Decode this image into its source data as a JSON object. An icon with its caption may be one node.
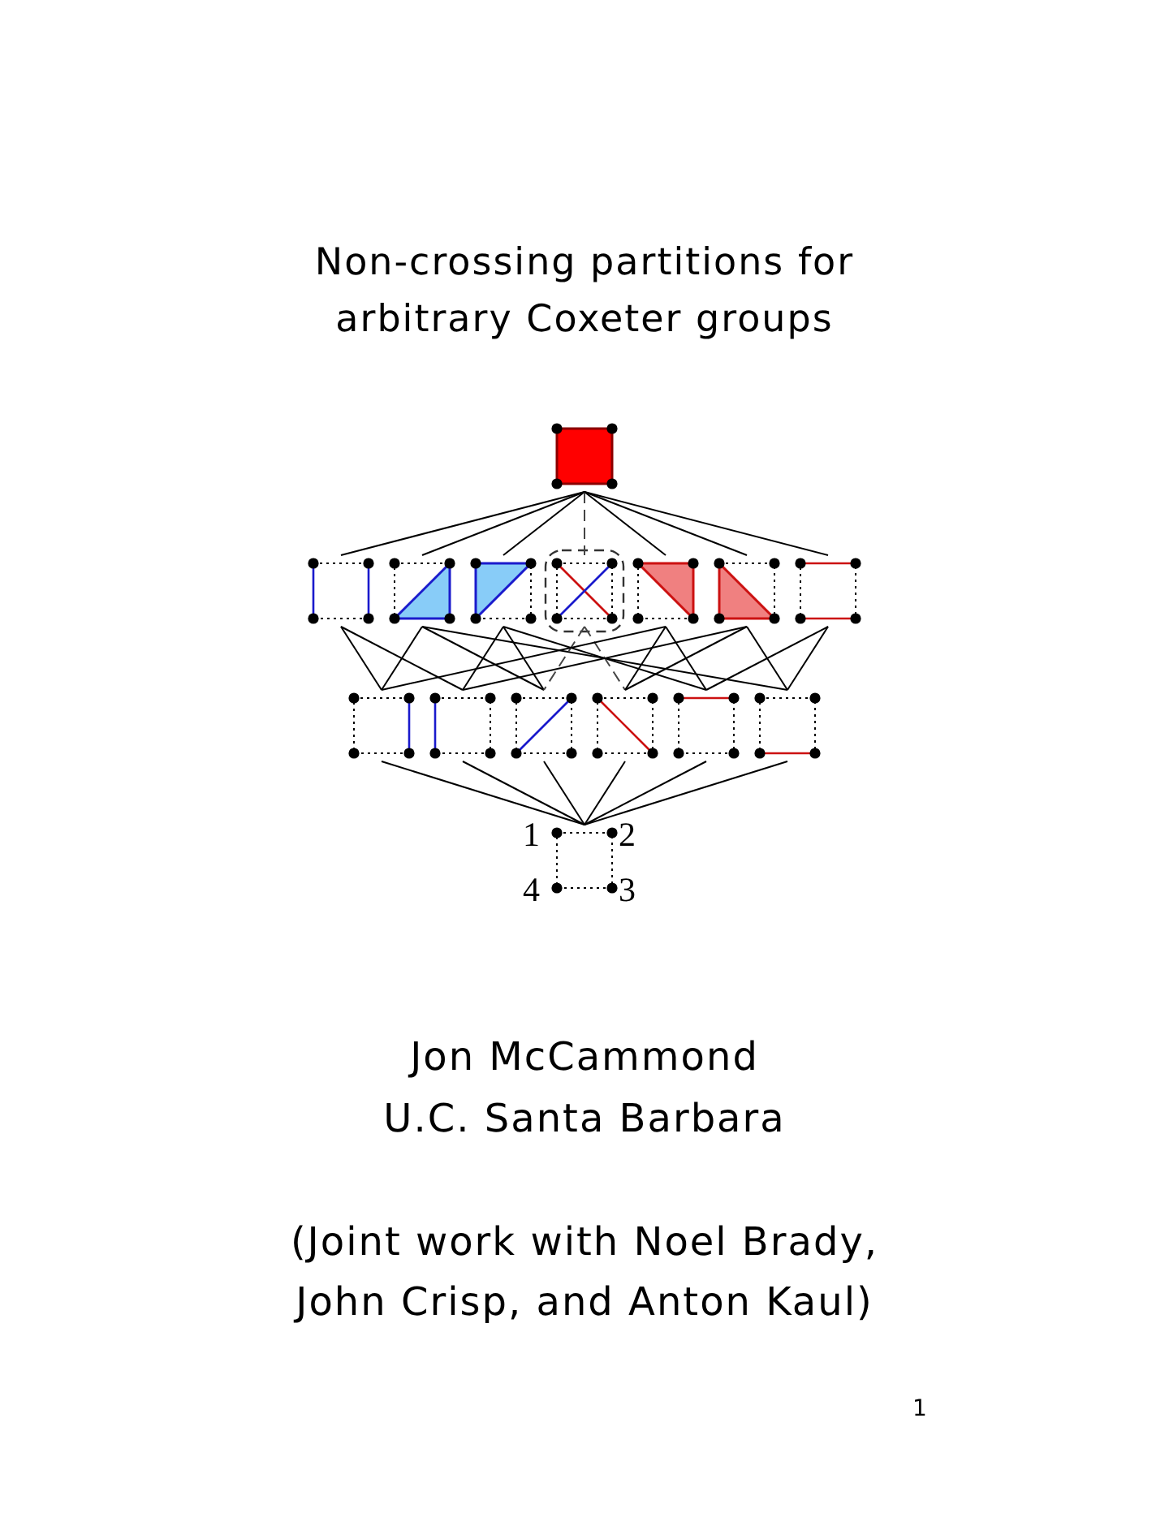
{
  "diagram": {
    "title": "Non-crossing partitions for arbitrary Coxeter groups",
    "nodes": [
      {
        "text": [],
        "shape": "box"
      },
      {
        "text": [],
        "shape": "box"
      },
      {
        "text": [],
        "shape": "box"
      },
      {
        "text": [],
        "shape": "box"
      },
      {
        "text": [],
        "shape": "box"
      },
      {
        "text": [],
        "shape": "box"
      },
      {
        "text": [],
        "shape": "box"
      },
      {
        "text": [],
        "shape": "box"
      },
      {
        "text": [],
        "shape": "box"
      },
      {
        "text": [],
        "shape": "box"
      },
      {
        "text": [],
        "shape": "box"
      },
      {
        "text": [],
        "shape": "box"
      },
      {
        "text": [],
        "shape": "box"
      },
      {
        "text": [],
        "shape": "box"
      },
      {
        "text": [],
        "shape": "box",
        "beside": [
          "1",
          "2",
          "4",
          "3"
        ]
      }
    ],
    "edges": [
      {
        "from": 0,
        "to": 1,
        "arrow": "none"
      },
      {
        "from": 0,
        "to": 2,
        "arrow": "none"
      },
      {
        "from": 0,
        "to": 3,
        "arrow": "none"
      },
      {
        "from": 0,
        "to": 4,
        "arrow": "none",
        "style": "dashed"
      },
      {
        "from": 0,
        "to": 5,
        "arrow": "none"
      },
      {
        "from": 0,
        "to": 6,
        "arrow": "none"
      },
      {
        "from": 0,
        "to": 7,
        "arrow": "none"
      },
      {
        "from": 1,
        "to": 8,
        "arrow": "none"
      },
      {
        "from": 1,
        "to": 9,
        "arrow": "none"
      },
      {
        "from": 2,
        "to": 8,
        "arrow": "none"
      },
      {
        "from": 2,
        "to": 10,
        "arrow": "none"
      },
      {
        "from": 2,
        "to": 13,
        "arrow": "none"
      },
      {
        "from": 3,
        "to": 9,
        "arrow": "none"
      },
      {
        "from": 3,
        "to": 10,
        "arrow": "none"
      },
      {
        "from": 3,
        "to": 12,
        "arrow": "none"
      },
      {
        "from": 4,
        "to": 10,
        "arrow": "none",
        "style": "dashed"
      },
      {
        "from": 4,
        "to": 11,
        "arrow": "none",
        "style": "dashed"
      },
      {
        "from": 5,
        "to": 8,
        "arrow": "none"
      },
      {
        "from": 5,
        "to": 11,
        "arrow": "none"
      },
      {
        "from": 5,
        "to": 12,
        "arrow": "none"
      },
      {
        "from": 6,
        "to": 9,
        "arrow": "none"
      },
      {
        "from": 6,
        "to": 11,
        "arrow": "none"
      },
      {
        "from": 6,
        "to": 13,
        "arrow": "none"
      },
      {
        "from": 7,
        "to": 12,
        "arrow": "none"
      },
      {
        "from": 7,
        "to": 13,
        "arrow": "none"
      },
      {
        "from": 8,
        "to": 14,
        "arrow": "none"
      },
      {
        "from": 9,
        "to": 14,
        "arrow": "none"
      },
      {
        "from": 10,
        "to": 14,
        "arrow": "none"
      },
      {
        "from": 11,
        "to": 14,
        "arrow": "none"
      },
      {
        "from": 12,
        "to": 14,
        "arrow": "none"
      },
      {
        "from": 13,
        "to": 14,
        "arrow": "none"
      }
    ],
    "labels": [
      "Jon McCammond",
      "U.C. Santa Barbara",
      "(Joint work with Noel Brady, John Crisp, and Anton Kaul)",
      "1"
    ]
  }
}
